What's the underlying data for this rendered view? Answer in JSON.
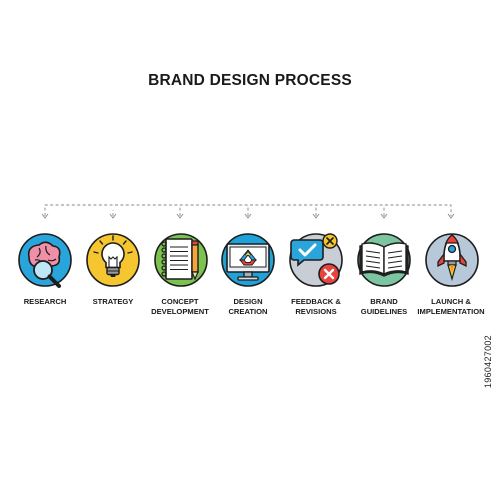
{
  "title": "BRAND DESIGN PROCESS",
  "steps": [
    {
      "label": "RESEARCH",
      "icon": "brain-magnifier-icon",
      "color": "#2aa5dc"
    },
    {
      "label": "STRATEGY",
      "icon": "lightbulb-icon",
      "color": "#f6c630"
    },
    {
      "label": "CONCEPT\nDEVELOPMENT",
      "icon": "notebook-pencil-icon",
      "color": "#7cc24f"
    },
    {
      "label": "DESIGN\nCREATION",
      "icon": "monitor-icon",
      "color": "#1fa2d8"
    },
    {
      "label": "FEEDBACK &\nREVISIONS",
      "icon": "chat-bubbles-icon",
      "color": "#c9cdd6"
    },
    {
      "label": "BRAND\nGUIDELINES",
      "icon": "open-book-icon",
      "color": "#7cc5a0"
    },
    {
      "label": "LAUNCH &\nIMPLEMENTATION",
      "icon": "rocket-icon",
      "color": "#b7c8d8"
    }
  ],
  "watermark": "1960427002",
  "colors": {
    "accent_red": "#e8433c",
    "outline": "#1d1d1d",
    "connector": "#888888"
  }
}
